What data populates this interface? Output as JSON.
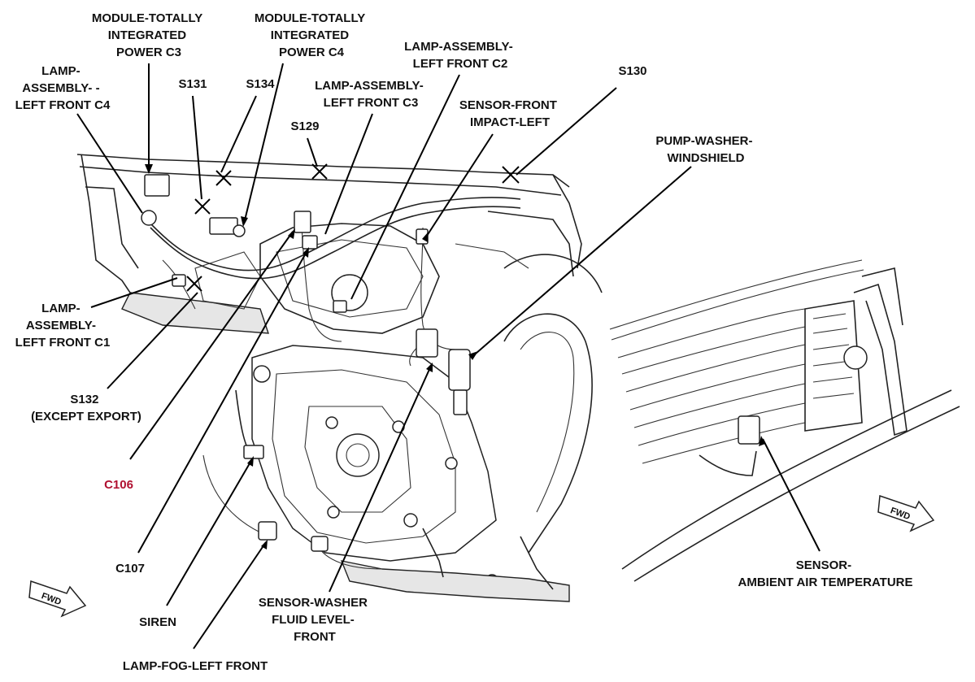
{
  "labels": {
    "module_c3": [
      "MODULE-TOTALLY",
      "INTEGRATED",
      "POWER C3"
    ],
    "module_c4": [
      "MODULE-TOTALLY",
      "INTEGRATED",
      "POWER C4"
    ],
    "lamp_lf_c4": [
      "LAMP-",
      "ASSEMBLY- -",
      "LEFT FRONT C4"
    ],
    "s131": "S131",
    "s134": "S134",
    "lamp_lf_c2": [
      "LAMP-ASSEMBLY-",
      "LEFT FRONT C2"
    ],
    "lamp_lf_c3": [
      "LAMP-ASSEMBLY-",
      "LEFT FRONT C3"
    ],
    "s129": "S129",
    "s130": "S130",
    "sensor_impact": [
      "SENSOR-FRONT",
      "IMPACT-LEFT"
    ],
    "pump_washer": [
      "PUMP-WASHER-",
      "WINDSHIELD"
    ],
    "lamp_lf_c1": [
      "LAMP-",
      "ASSEMBLY-",
      "LEFT FRONT C1"
    ],
    "s132": [
      "S132",
      "(EXCEPT EXPORT)"
    ],
    "c106": "C106",
    "c107": "C107",
    "siren": "SIREN",
    "fog_lamp": "LAMP-FOG-LEFT FRONT",
    "washer_sensor": [
      "SENSOR-WASHER",
      "FLUID LEVEL-",
      "FRONT"
    ],
    "ambient_sensor": [
      "SENSOR-",
      "AMBIENT AIR TEMPERATURE"
    ],
    "fwd_left": "FWD",
    "fwd_right": "FWD"
  },
  "colors": {
    "ink": "#111111",
    "highlight": "#b01030"
  }
}
